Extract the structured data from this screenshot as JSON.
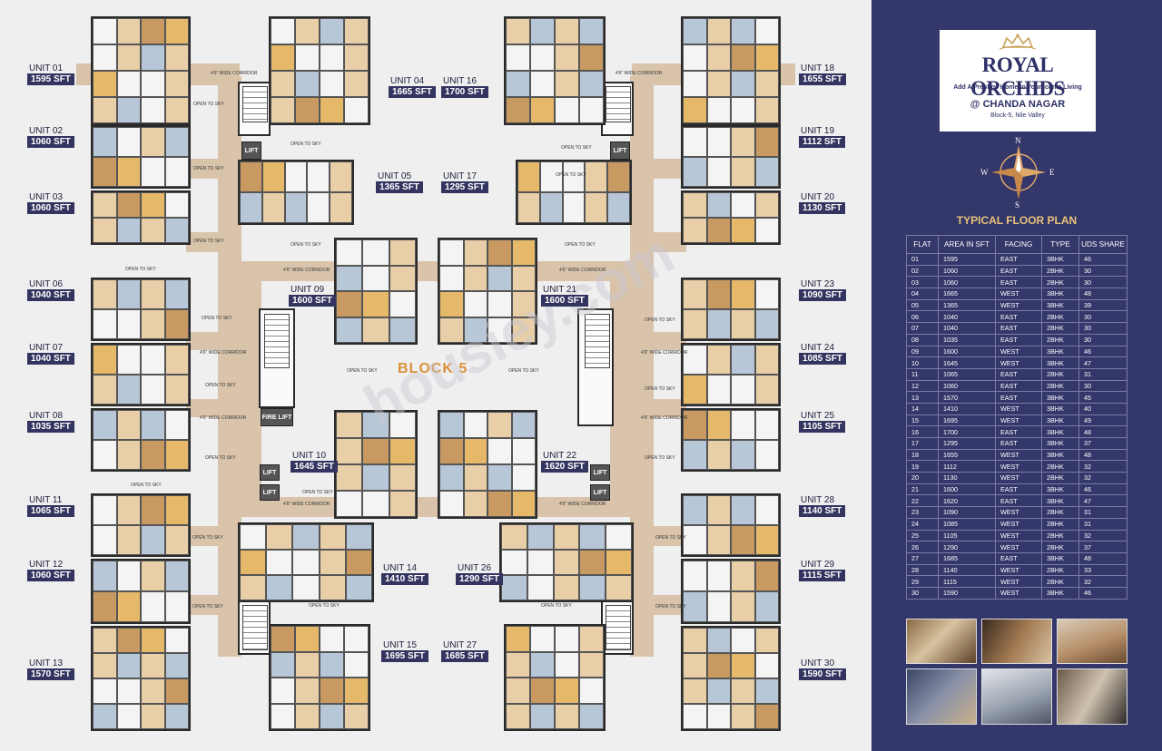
{
  "brand": {
    "name": "ROYAL ORCHIDS",
    "tagline": "Add A Prestige Home to Your Iconic Living",
    "location": "@ CHANDA NAGAR",
    "sublocation": "Block-5, Nile Valley"
  },
  "compass": {
    "n": "N",
    "s": "S",
    "e": "E",
    "w": "W"
  },
  "block_label": "BLOCK 5",
  "watermark": "housiey.com",
  "plan_title": "TYPICAL FLOOR PLAN",
  "table": {
    "headers": [
      "FLAT",
      "AREA IN SFT",
      "FACING",
      "TYPE",
      "UDS SHARE"
    ],
    "rows": [
      [
        "01",
        "1595",
        "EAST",
        "3BHK",
        "46"
      ],
      [
        "02",
        "1060",
        "EAST",
        "2BHK",
        "30"
      ],
      [
        "03",
        "1060",
        "EAST",
        "2BHK",
        "30"
      ],
      [
        "04",
        "1665",
        "WEST",
        "3BHK",
        "48"
      ],
      [
        "05",
        "1365",
        "WEST",
        "3BHK",
        "39"
      ],
      [
        "06",
        "1040",
        "EAST",
        "2BHK",
        "30"
      ],
      [
        "07",
        "1040",
        "EAST",
        "2BHK",
        "30"
      ],
      [
        "08",
        "1035",
        "EAST",
        "2BHK",
        "30"
      ],
      [
        "09",
        "1600",
        "WEST",
        "3BHK",
        "46"
      ],
      [
        "10",
        "1645",
        "WEST",
        "3BHK",
        "47"
      ],
      [
        "11",
        "1065",
        "EAST",
        "2BHK",
        "31"
      ],
      [
        "12",
        "1060",
        "EAST",
        "2BHK",
        "30"
      ],
      [
        "13",
        "1570",
        "EAST",
        "3BHK",
        "45"
      ],
      [
        "14",
        "1410",
        "WEST",
        "3BHK",
        "40"
      ],
      [
        "15",
        "1695",
        "WEST",
        "3BHK",
        "49"
      ],
      [
        "16",
        "1700",
        "EAST",
        "3BHK",
        "48"
      ],
      [
        "17",
        "1295",
        "EAST",
        "3BHK",
        "37"
      ],
      [
        "18",
        "1655",
        "WEST",
        "3BHK",
        "48"
      ],
      [
        "19",
        "1112",
        "WEST",
        "2BHK",
        "32"
      ],
      [
        "20",
        "1130",
        "WEST",
        "2BHK",
        "32"
      ],
      [
        "21",
        "1600",
        "EAST",
        "3BHK",
        "46"
      ],
      [
        "22",
        "1620",
        "EAST",
        "3BHK",
        "47"
      ],
      [
        "23",
        "1090",
        "WEST",
        "2BHK",
        "31"
      ],
      [
        "24",
        "1085",
        "WEST",
        "2BHK",
        "31"
      ],
      [
        "25",
        "1105",
        "WEST",
        "2BHK",
        "32"
      ],
      [
        "26",
        "1290",
        "WEST",
        "2BHK",
        "37"
      ],
      [
        "27",
        "1685",
        "EAST",
        "3BHK",
        "48"
      ],
      [
        "28",
        "1140",
        "WEST",
        "2BHK",
        "33"
      ],
      [
        "29",
        "1115",
        "WEST",
        "2BHK",
        "32"
      ],
      [
        "30",
        "1590",
        "WEST",
        "3BHK",
        "46"
      ]
    ]
  },
  "units": [
    {
      "name": "UNIT 01",
      "area": "1595 SFT"
    },
    {
      "name": "UNIT 02",
      "area": "1060 SFT"
    },
    {
      "name": "UNIT 03",
      "area": "1060 SFT"
    },
    {
      "name": "UNIT 04",
      "area": "1665 SFT"
    },
    {
      "name": "UNIT 05",
      "area": "1365 SFT"
    },
    {
      "name": "UNIT 06",
      "area": "1040 SFT"
    },
    {
      "name": "UNIT 07",
      "area": "1040 SFT"
    },
    {
      "name": "UNIT 08",
      "area": "1035 SFT"
    },
    {
      "name": "UNIT 09",
      "area": "1600 SFT"
    },
    {
      "name": "UNIT 10",
      "area": "1645 SFT"
    },
    {
      "name": "UNIT 11",
      "area": "1065 SFT"
    },
    {
      "name": "UNIT 12",
      "area": "1060 SFT"
    },
    {
      "name": "UNIT 13",
      "area": "1570 SFT"
    },
    {
      "name": "UNIT 14",
      "area": "1410 SFT"
    },
    {
      "name": "UNIT 15",
      "area": "1695 SFT"
    },
    {
      "name": "UNIT 16",
      "area": "1700 SFT"
    },
    {
      "name": "UNIT 17",
      "area": "1295 SFT"
    },
    {
      "name": "UNIT 18",
      "area": "1655 SFT"
    },
    {
      "name": "UNIT 19",
      "area": "1112 SFT"
    },
    {
      "name": "UNIT 20",
      "area": "1130 SFT"
    },
    {
      "name": "UNIT 21",
      "area": "1600 SFT"
    },
    {
      "name": "UNIT 22",
      "area": "1620 SFT"
    },
    {
      "name": "UNIT 23",
      "area": "1090 SFT"
    },
    {
      "name": "UNIT 24",
      "area": "1085 SFT"
    },
    {
      "name": "UNIT 25",
      "area": "1105 SFT"
    },
    {
      "name": "UNIT 26",
      "area": "1290 SFT"
    },
    {
      "name": "UNIT 27",
      "area": "1685 SFT"
    },
    {
      "name": "UNIT 28",
      "area": "1140 SFT"
    },
    {
      "name": "UNIT 29",
      "area": "1115 SFT"
    },
    {
      "name": "UNIT 30",
      "area": "1590 SFT"
    }
  ],
  "plan_text": {
    "open_to_sky": "OPEN TO SKY",
    "lift": "LIFT",
    "fire_lift": "FIRE LIFT",
    "corridor": "4'6\" WIDE CORRIDOR"
  },
  "colors": {
    "panel": "#34376a",
    "accent_gold": "#e8c27a",
    "corridor": "#d9c4ab",
    "block_label": "#d9913a"
  }
}
